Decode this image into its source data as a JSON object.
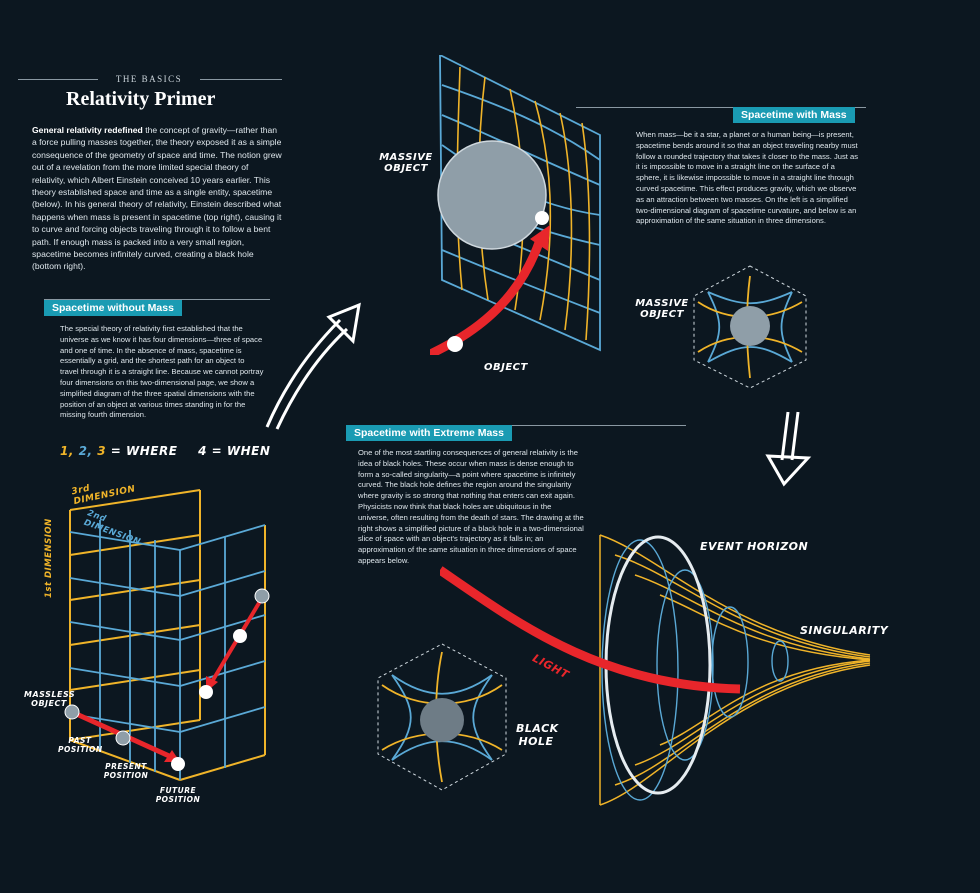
{
  "header": {
    "kicker": "THE BASICS",
    "title": "Relativity Primer"
  },
  "intro": {
    "lead": "General relativity redefined",
    "text": " the concept of gravity—rather than a force pulling masses together, the theory exposed it as a simple consequence of the geometry of space and time. The notion grew out of a revelation from the more limited special theory of relativity, which Albert Einstein conceived 10 years earlier. This theory established space and time as a single entity, spacetime (below). In his general theory of relativity, Einstein described what happens when mass is present in spacetime (top right), causing it to curve and forcing objects traveling through it to follow a bent path. If enough mass is packed into a very small region, spacetime becomes infinitely curved, creating a black hole (bottom right)."
  },
  "without_mass": {
    "label": "Spacetime without Mass",
    "text": "The special theory of relativity first established that the universe as we know it has four dimensions—three of space and one of time. In the absence of mass, spacetime is essentially a grid, and the shortest path for an object to travel through it is a straight line. Because we cannot portray four dimensions on this two-dimensional page, we show a simplified diagram of the three spatial dimensions with the position of an object at various times standing in for the missing fourth dimension.",
    "legend": {
      "n1": "1,",
      "n2": "2,",
      "n3": "3",
      "where": "= WHERE",
      "when": "4 = WHEN"
    },
    "dim_labels": {
      "d1": "1st DIMENSION",
      "d2": "2nd DIMENSION",
      "d3": "3rd DIMENSION"
    },
    "annotations": {
      "massless": "MASSLESS OBJECT",
      "past": "PAST POSITION",
      "present": "PRESENT POSITION",
      "future": "FUTURE POSITION"
    }
  },
  "with_mass": {
    "label": "Spacetime with Mass",
    "text": "When mass—be it a star, a planet or a human being—is present, spacetime bends around it so that an object traveling nearby must follow a rounded trajectory that takes it closer to the mass. Just as it is impossible to move in a straight line on the surface of a sphere, it is likewise impossible to move in a straight line through curved spacetime. This effect produces gravity, which we observe as an attraction between two masses. On the left is a simplified two-dimensional diagram of spacetime curvature, and below is an approximation of the same situation in three dimensions.",
    "annotations": {
      "massive_1": "MASSIVE OBJECT",
      "object": "OBJECT",
      "massive_2": "MASSIVE OBJECT"
    }
  },
  "extreme_mass": {
    "label": "Spacetime with Extreme Mass",
    "text": "One of the most startling consequences of general relativity is the idea of black holes. These occur when mass is dense enough to form a so-called singularity—a point where spacetime is infinitely curved. The black hole defines the region around the singularity where gravity is so strong that nothing that enters can exit again. Physicists now think that black holes are ubiquitous in the universe, often resulting from the death of stars. The drawing at the right shows a simplified picture of a black hole in a two-dimensional slice of space with an object's trajectory as it falls in; an approximation of the same situation in three dimensions of space appears below.",
    "annotations": {
      "event_horizon": "EVENT HORIZON",
      "singularity": "SINGULARITY",
      "light": "LIGHT",
      "black_hole": "BLACK HOLE"
    }
  },
  "colors": {
    "background": "#0c1720",
    "accent": "#1a9bb3",
    "grid_blue": "#5aa9d6",
    "grid_yellow": "#f0b429",
    "path_red": "#e8262b",
    "mass_gray": "#8f9ea8"
  }
}
